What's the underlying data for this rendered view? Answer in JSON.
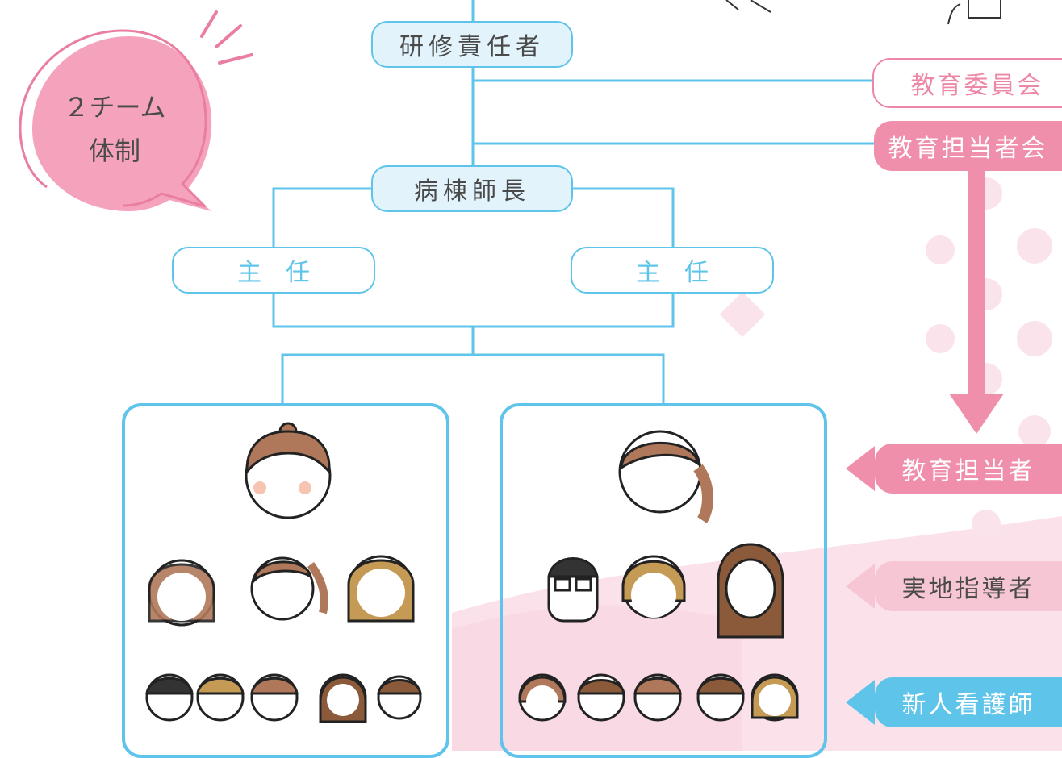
{
  "diagram": {
    "badge": {
      "line1": "２チーム",
      "line2": "体制"
    },
    "nodes": {
      "training_manager": "研修責任者",
      "ward_head_nurse": "病棟師長",
      "chief_left": "主　任",
      "chief_right": "主　任"
    },
    "right_side": {
      "education_committee": "教育委員会",
      "education_staff_meeting": "教育担当者会",
      "education_staff": "教育担当者",
      "practical_instructor": "実地指導者",
      "new_nurse": "新人看護師"
    },
    "colors": {
      "line_blue": "#5ec4ea",
      "light_blue_fill": "#e2f3fc",
      "pink": "#ef8fab",
      "pale_pink": "#f7c6d4",
      "background_pink": "#fbe1ea",
      "text": "#4a4a4a"
    }
  }
}
